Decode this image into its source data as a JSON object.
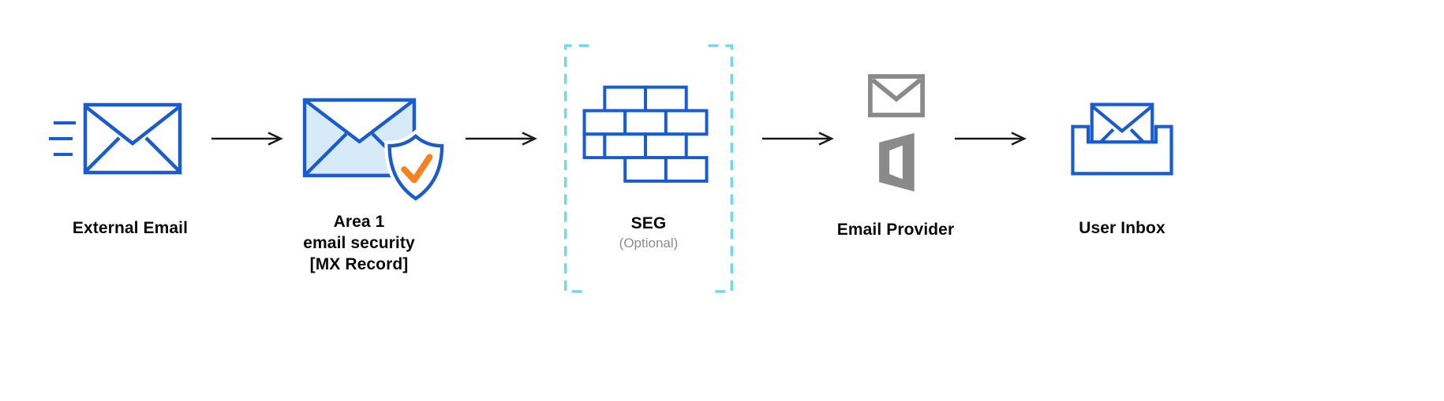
{
  "nodes": {
    "external_email": {
      "label": "External Email"
    },
    "area1": {
      "line1": "Area 1",
      "line2": "email security",
      "line3": "[MX Record]"
    },
    "seg": {
      "label": "SEG",
      "sublabel": "(Optional)"
    },
    "email_provider": {
      "label": "Email Provider"
    },
    "user_inbox": {
      "label": "User Inbox"
    }
  },
  "icons": {
    "external_email": "fast-envelope-icon",
    "area1": "envelope-shield-check-icon",
    "seg": "brick-wall-firewall-icon",
    "seg_boundary": "dashed-optional-brackets",
    "email_provider": [
      "gmail-icon",
      "office-icon"
    ],
    "user_inbox": "inbox-envelope-icon"
  },
  "colors": {
    "blue": "#1A5CCE",
    "light_blue": "#D7EAF8",
    "orange_check": "#F6821F",
    "dashed_cyan": "#73D7E8",
    "gray_icon": "#8A8A8A",
    "arrow": "#1A1A1A",
    "text": "#0A0A0A",
    "muted_text": "#8C8C8C"
  }
}
